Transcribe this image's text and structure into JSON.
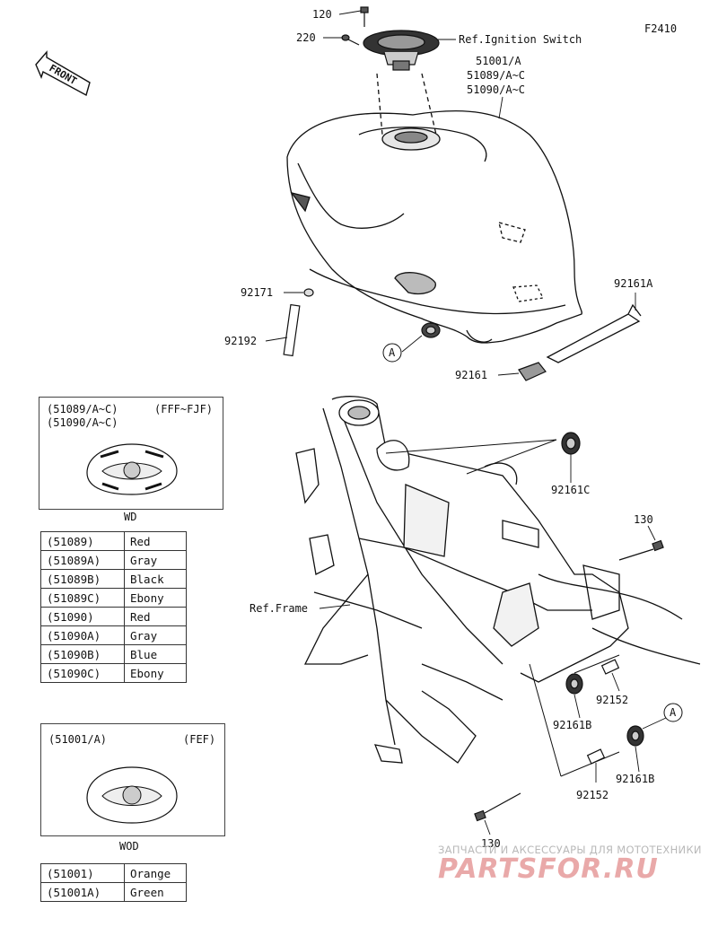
{
  "figure_code": "F2410",
  "front_label": "FRONT",
  "labels": {
    "p120_top": "120",
    "p220": "220",
    "ref_ignition": "Ref.Ignition Switch",
    "tank_line1": "51001/A",
    "tank_line2": "51089/A~C",
    "tank_line3": "51090/A~C",
    "p92171": "92171",
    "p92192": "92192",
    "p92161A": "92161A",
    "p92161": "92161",
    "marker_A1": "A",
    "p92161C": "92161C",
    "p130_right": "130",
    "ref_frame": "Ref.Frame",
    "p92152_a": "92152",
    "p92161B_a": "92161B",
    "marker_A2": "A",
    "p92161B_b": "92161B",
    "p92152_b": "92152",
    "p130_bottom": "130"
  },
  "variant_box_1": {
    "line1": "(51089/A~C)",
    "line2": "(51090/A~C)",
    "code": "(FFF~FJF)",
    "caption": "WD"
  },
  "color_table_1": [
    {
      "code": "(51089)",
      "color": "Red"
    },
    {
      "code": "(51089A)",
      "color": "Gray"
    },
    {
      "code": "(51089B)",
      "color": "Black"
    },
    {
      "code": "(51089C)",
      "color": "Ebony"
    },
    {
      "code": "(51090)",
      "color": "Red"
    },
    {
      "code": "(51090A)",
      "color": "Gray"
    },
    {
      "code": "(51090B)",
      "color": "Blue"
    },
    {
      "code": "(51090C)",
      "color": "Ebony"
    }
  ],
  "variant_box_2": {
    "line1": "(51001/A)",
    "code": "(FEF)",
    "caption": "WOD"
  },
  "color_table_2": [
    {
      "code": "(51001)",
      "color": "Orange"
    },
    {
      "code": "(51001A)",
      "color": "Green"
    }
  ],
  "watermark": {
    "tagline": "ЗАПЧАСТИ И АКСЕССУАРЫ ДЛЯ МОТОТЕХНИКИ",
    "logo": "PARTSFOR.RU"
  }
}
